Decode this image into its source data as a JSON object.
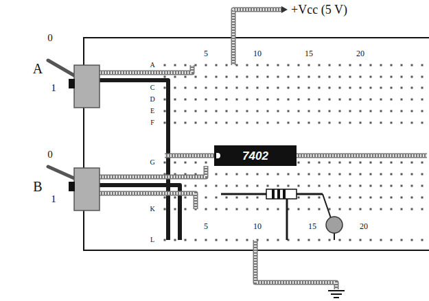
{
  "diagram": {
    "nodes": [
      {
        "text": [
          "7402"
        ]
      }
    ],
    "labels": [
      "+Vcc (5 V)",
      "A",
      "0",
      "1",
      "B",
      "0",
      "1",
      "A",
      "C",
      "D",
      "E",
      "F",
      "G",
      "K",
      "L",
      "5",
      "10",
      "15",
      "20",
      "5",
      "10",
      "15",
      "20"
    ]
  }
}
